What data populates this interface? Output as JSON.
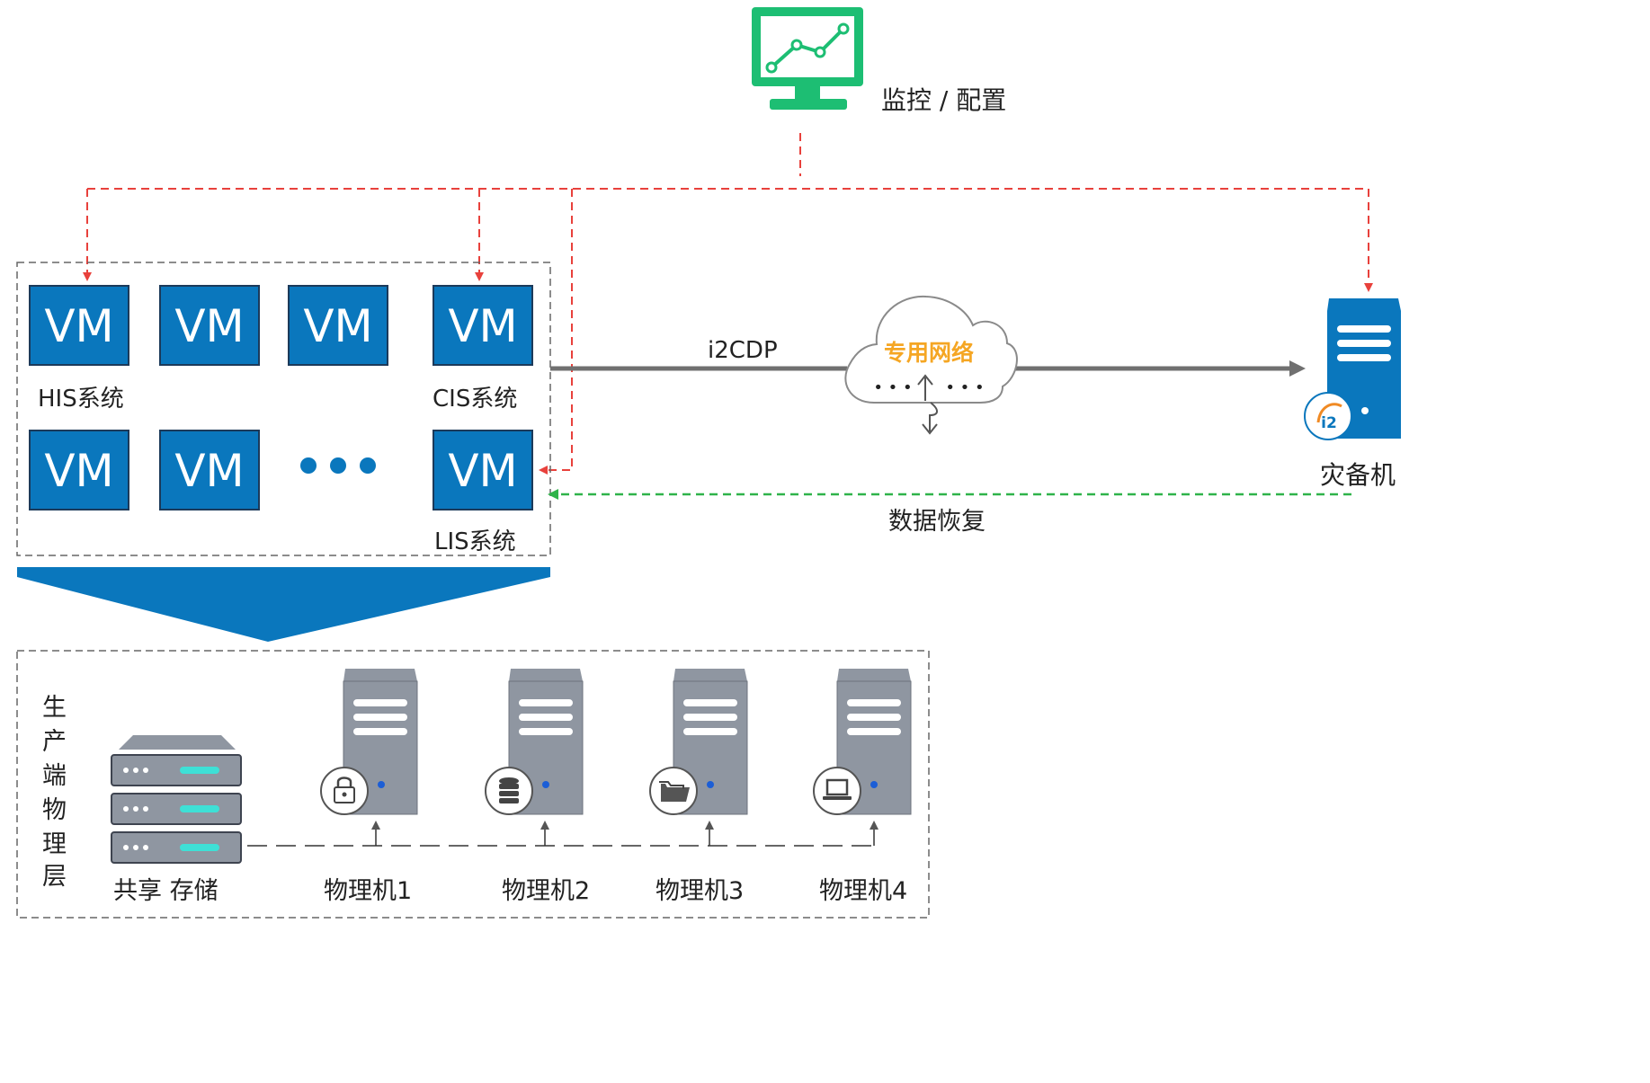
{
  "monitor": {
    "label": "监控 / 配置",
    "color": "#1dbe73"
  },
  "vm_cluster": {
    "vm_label": "VM",
    "systems": [
      {
        "label": "HIS系统"
      },
      {
        "label": "CIS系统"
      },
      {
        "label": "LIS系统"
      }
    ],
    "color": "#0a77bd"
  },
  "links": {
    "protocol": "i2CDP",
    "network": "专用网络",
    "network_dots": "• • •",
    "restore": "数据恢复"
  },
  "dr_server": {
    "label": "灾备机",
    "badge": "i2"
  },
  "physical_layer": {
    "title": [
      "生",
      "产",
      "端",
      "物",
      "理",
      "层"
    ],
    "storage_label": "共享  存储",
    "machines": [
      {
        "label": "物理机1",
        "icon": "lock-icon"
      },
      {
        "label": "物理机2",
        "icon": "database-icon"
      },
      {
        "label": "物理机3",
        "icon": "folder-icon"
      },
      {
        "label": "物理机4",
        "icon": "laptop-icon"
      }
    ]
  },
  "colors": {
    "config_line": "#e8413c",
    "restore_line": "#2fb34a",
    "data_line": "#707070",
    "server": "#8f96a1"
  }
}
